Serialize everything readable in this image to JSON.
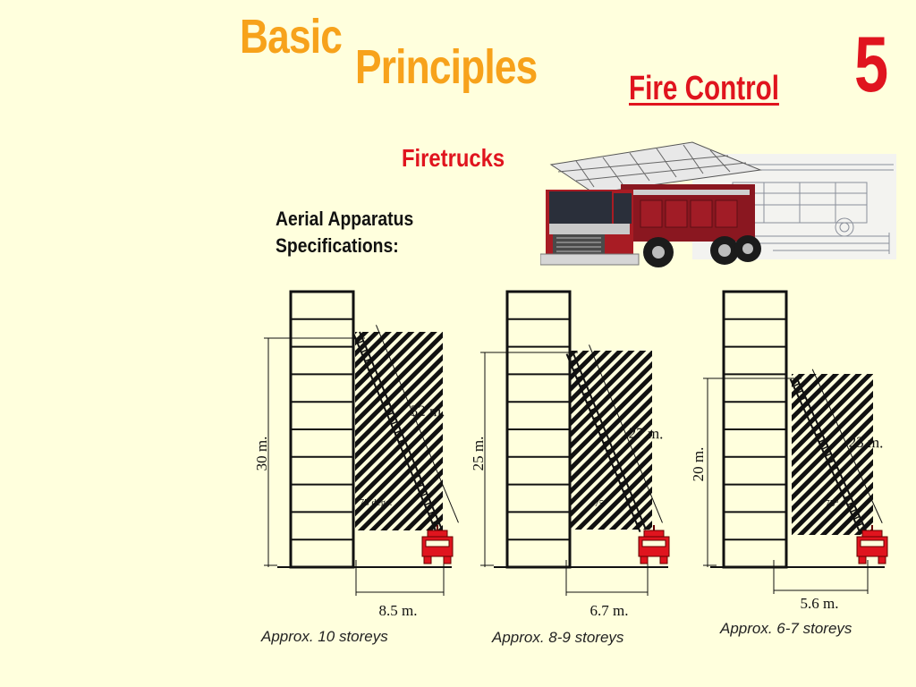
{
  "header": {
    "title_word_1": "Basic",
    "title_word_2": "Principles",
    "section": "Fire Control",
    "section_number": "5",
    "title_color": "#f7a21b",
    "section_color": "#e0141e"
  },
  "subtitle": "Firetrucks",
  "specs": {
    "line_1": "Aerial Apparatus",
    "line_2": "Specifications:"
  },
  "diagrams": [
    {
      "height_label": "30 m.",
      "ladder_label": "32 m.",
      "angle_label": "75 degs.",
      "distance_label": "8.5 m.",
      "caption": "Approx. 10 storeys"
    },
    {
      "height_label": "25 m.",
      "ladder_label": "27 m.",
      "angle_label": "75°",
      "distance_label": "6.7 m.",
      "caption": "Approx. 8-9 storeys"
    },
    {
      "height_label": "20 m.",
      "ladder_label": "23 m.",
      "angle_label": "75°",
      "distance_label": "5.6 m.",
      "caption": "Approx. 6-7 storeys"
    }
  ]
}
